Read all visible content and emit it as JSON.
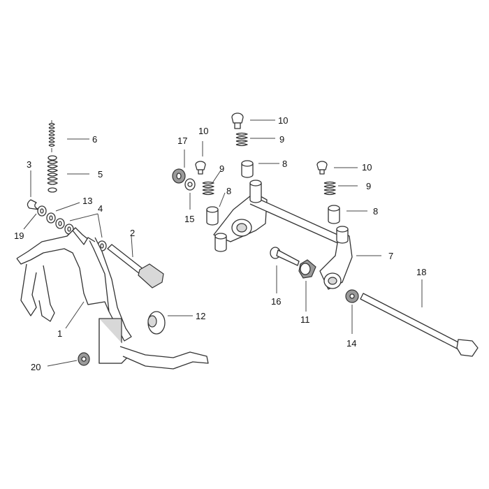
{
  "callouts": {
    "c1": "1",
    "c2": "2",
    "c3": "3",
    "c4": "4",
    "c5": "5",
    "c6": "6",
    "c7": "7",
    "c8a": "8",
    "c8b": "8",
    "c8c": "8",
    "c9a": "9",
    "c9b": "9",
    "c9c": "9",
    "c10a": "10",
    "c10b": "10",
    "c10c": "10",
    "c11": "11",
    "c12": "12",
    "c13": "13",
    "c14": "14",
    "c15": "15",
    "c16": "16",
    "c17": "17",
    "c18": "18",
    "c19": "19",
    "c20": "20"
  },
  "colors": {
    "line": "#333333",
    "shade": "#d8d8d8",
    "dark": "#9a9a9a"
  }
}
